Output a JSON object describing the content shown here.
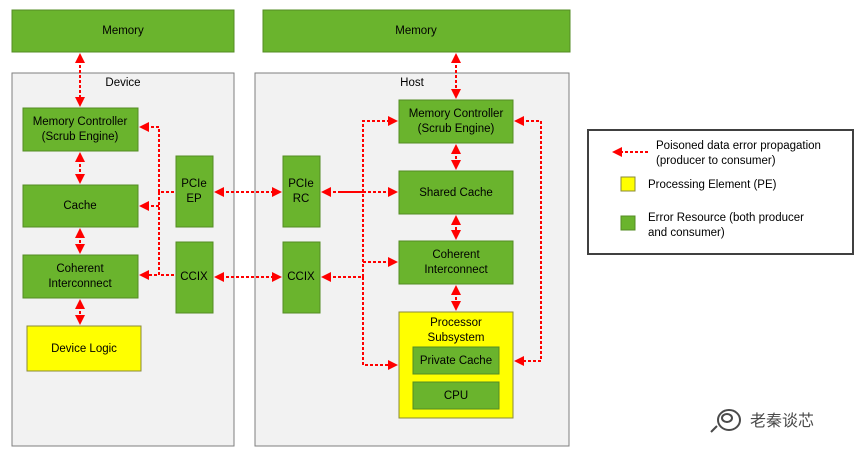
{
  "diagram": {
    "device_memory": "Memory",
    "host_memory": "Memory",
    "device_title": "Device",
    "host_title": "Host",
    "device": {
      "memory_controller": [
        "Memory Controller",
        "(Scrub Engine)"
      ],
      "cache": "Cache",
      "coherent_interconnect": [
        "Coherent",
        "Interconnect"
      ],
      "device_logic": "Device Logic",
      "pcie_ep": [
        "PCIe",
        "EP"
      ],
      "ccix": "CCIX"
    },
    "host": {
      "pcie_rc": [
        "PCIe",
        "RC"
      ],
      "ccix": "CCIX",
      "memory_controller": [
        "Memory Controller",
        "(Scrub Engine)"
      ],
      "shared_cache": "Shared Cache",
      "coherent_interconnect": [
        "Coherent",
        "Interconnect"
      ],
      "processor_subsystem": [
        "Processor",
        "Subsystem"
      ],
      "private_cache": "Private Cache",
      "cpu": "CPU"
    }
  },
  "legend": {
    "arrow_label": [
      "Poisoned data error propagation",
      "(producer to consumer)"
    ],
    "pe_label": "Processing Element (PE)",
    "er_label": [
      "Error Resource (both producer",
      "and consumer)"
    ]
  },
  "colors": {
    "error_resource": "#6ab42d",
    "processing_element": "#ffff00",
    "arrow": "#ff0000"
  },
  "watermark": "老秦谈芯"
}
